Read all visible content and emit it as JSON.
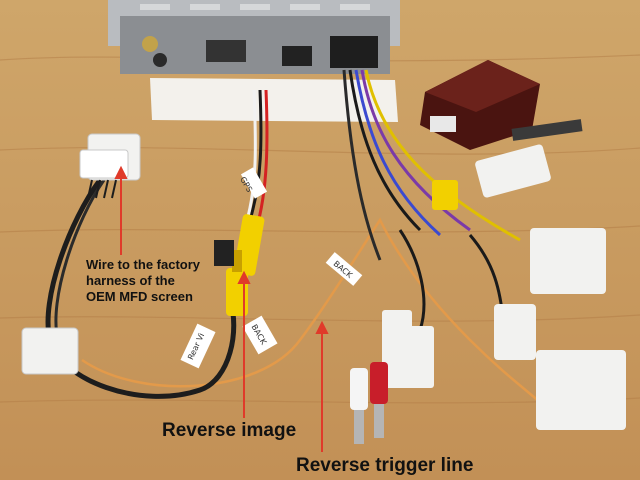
{
  "annotations": {
    "factory_harness": [
      "Wire to the factory",
      "harness of the",
      "OEM MFD screen"
    ],
    "reverse_image": "Reverse image",
    "reverse_trigger": "Reverse trigger line"
  },
  "cable_tags": {
    "rear_view": "Rear Vi",
    "back": "BACK",
    "gps": "GPS",
    "back_small": "BACK"
  },
  "colors": {
    "table": "#c79a5f",
    "foam": "#f3f1ec",
    "connector": "#f2f2f0",
    "rca_yellow": "#f2d000",
    "rca_red": "#c81e2a",
    "annotation_arrow": "#e03a2a",
    "module_box": "#4a1410",
    "orange_wire": "#e39a4a"
  }
}
